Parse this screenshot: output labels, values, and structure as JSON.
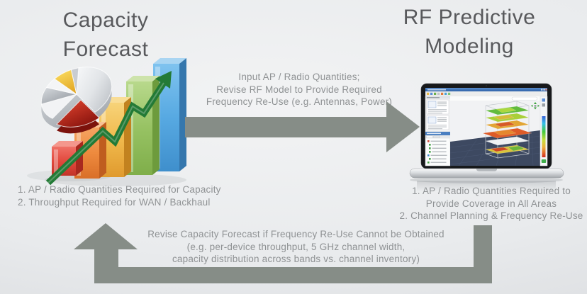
{
  "left": {
    "title_lines": [
      "Capacity",
      "Forecast"
    ],
    "notes": [
      "1. AP / Radio Quantities Required for Capacity",
      "2. Throughput Required for WAN / Backhaul"
    ],
    "illustration": "pie-and-bar-chart-with-growth-arrow"
  },
  "right": {
    "title_lines": [
      "RF Predictive",
      "Modeling"
    ],
    "notes_lines": [
      "1. AP / Radio Quantities Required to",
      "Provide Coverage in All Areas",
      "2. Channel Planning & Frequency Re-Use"
    ],
    "illustration": "laptop-running-rf-planning-software"
  },
  "forward_arrow": {
    "direction": "right",
    "label_lines": [
      "Input AP / Radio Quantities;",
      "Revise RF Model to Provide Required",
      "Frequency Re-Use (e.g. Antennas, Power)"
    ]
  },
  "return_arrow": {
    "direction": "left-then-up",
    "label_lines": [
      "Revise Capacity Forecast if Frequency Re-Use Cannot be Obtained",
      "(e.g. per-device throughput, 5 GHz channel width,",
      "capacity distribution across bands vs. channel inventory)"
    ]
  },
  "colors": {
    "arrow": "#868d87",
    "title_text": "#58595c",
    "body_text": "#8f9294",
    "background": "#e9ebed",
    "growth_arrow_green": "#237a36",
    "heatmap_floor_colors": [
      "#62bb3e",
      "#a9cf39",
      "#e2a535",
      "#dd5b28",
      "#eff1f3",
      "#d9c43c"
    ]
  }
}
